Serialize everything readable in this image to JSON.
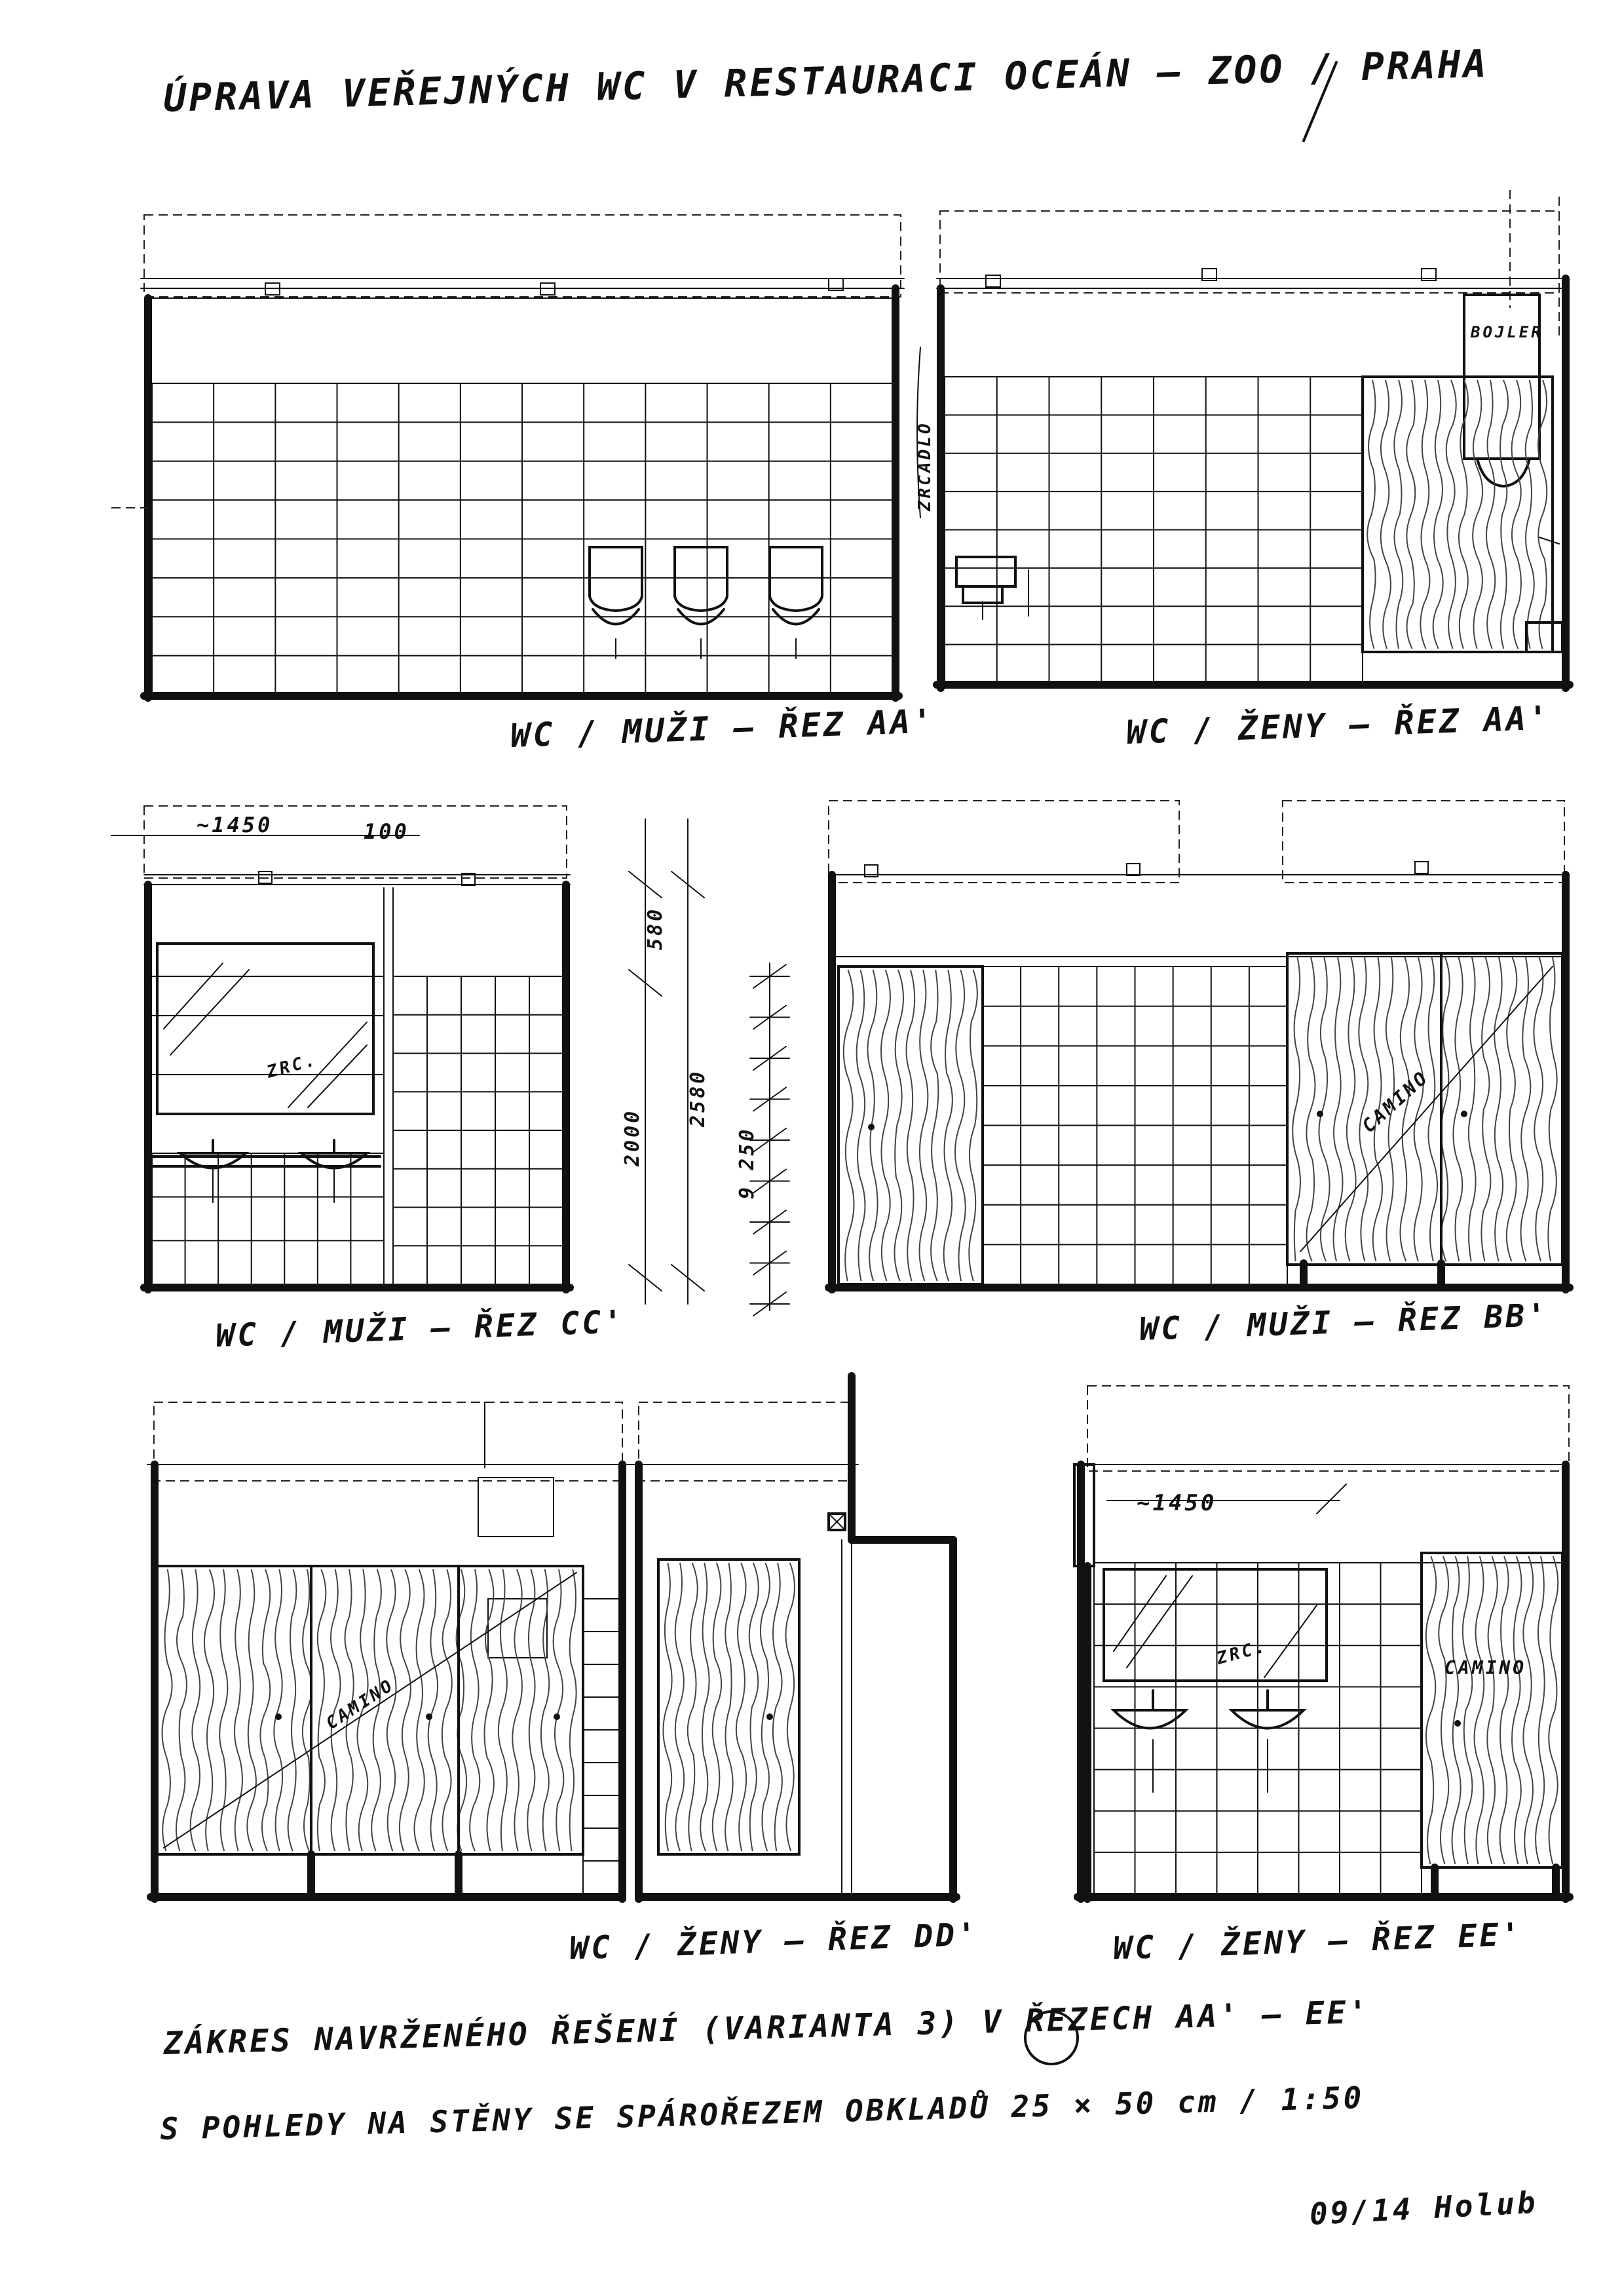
{
  "title": "ÚPRAVA VEŘEJNÝCH WC V RESTAURACI OCEÁN – ZOO / PRAHA",
  "labels": {
    "zrcadlo": "ZRCADLO",
    "bojler": "BOJLER",
    "zrc": "ZRC.",
    "camino": "CAMINO",
    "dim_1450": "~1450",
    "dim_100": "100",
    "dim_580": "580",
    "dim_2580": "2580",
    "dim_2000": "2000",
    "dim_250": "9 250"
  },
  "captions": {
    "aa_men": "WC / MUŽI – ŘEZ AA'",
    "aa_women": "WC / ŽENY – ŘEZ AA'",
    "cc_men": "WC / MUŽI – ŘEZ CC'",
    "bb_men": "WC / MUŽI – ŘEZ BB'",
    "dd_women": "WC / ŽENY – ŘEZ DD'",
    "ee_women": "WC / ŽENY – ŘEZ EE'"
  },
  "footer": {
    "line1": "ZÁKRES NAVRŽENÉHO ŘEŠENÍ (VARIANTA 3) V ŘEZECH AA' – EE'",
    "line2": "S POHLEDY NA STĚNY SE SPÁROŘEZEM OBKLADŮ 25 × 50 cm / 1:50",
    "signature": "09/14 Holub"
  }
}
